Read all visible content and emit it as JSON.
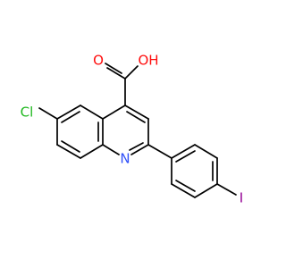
{
  "diagram": {
    "atoms": {
      "O_carbonyl": {
        "label": "O",
        "color": "#ff0d0d"
      },
      "OH": {
        "label": "OH",
        "color": "#ff0d0d"
      },
      "Cl": {
        "label": "Cl",
        "color": "#1fb81f"
      },
      "N": {
        "label": "N",
        "color": "#3050f8"
      },
      "I": {
        "label": "I",
        "color": "#940094"
      }
    },
    "bond_color": "#000000",
    "background": "#ffffff"
  }
}
